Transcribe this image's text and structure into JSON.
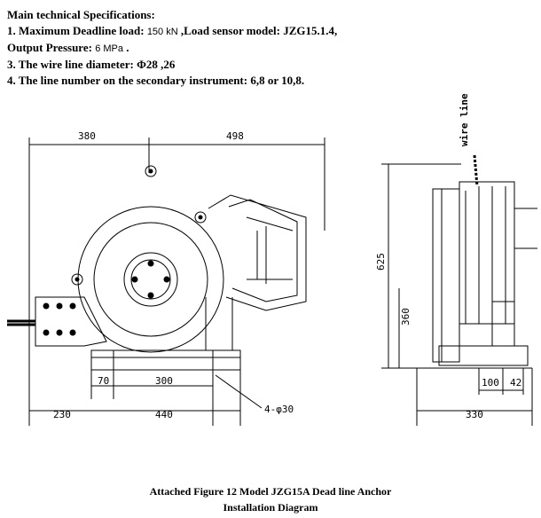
{
  "specs": {
    "heading": "Main technical Specifications:",
    "item1_prefix": "1. Maximum Deadline load:",
    "item1_load": "150 kN",
    "item1_suffix": ",Load sensor model: JZG15.1.4,",
    "item1b_prefix": "Output Pressure:",
    "item1b_pressure": "6 MPa",
    "item1b_suffix": ".",
    "item3": "3. The wire line diameter: Φ28 ,26",
    "item4": "4. The line number on the secondary instrument: 6,8 or 10,8."
  },
  "drawing": {
    "dim_380": "380",
    "dim_498": "498",
    "dim_70": "70",
    "dim_300": "300",
    "dim_230": "230",
    "dim_440": "440",
    "dim_bolt": "4-φ30",
    "dim_625": "625",
    "dim_360": "360",
    "dim_100": "100",
    "dim_42": "42",
    "dim_330": "330",
    "wire_label": "wire line"
  },
  "caption": {
    "line1": "Attached Figure 12    Model JZG15A Dead line Anchor",
    "line2": "Installation Diagram"
  }
}
